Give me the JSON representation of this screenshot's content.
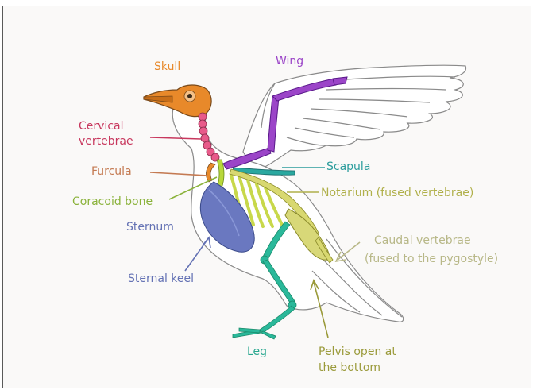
{
  "labels": {
    "skull": {
      "text": "Skull",
      "color": "#e8892a"
    },
    "wing": {
      "text": "Wing",
      "color": "#9b45c8"
    },
    "cervical_line1": {
      "text": "Cervical",
      "color": "#c8385e"
    },
    "cervical_line2": {
      "text": "vertebrae",
      "color": "#c8385e"
    },
    "furcula": {
      "text": "Furcula",
      "color": "#c47a52"
    },
    "scapula": {
      "text": "Scapula",
      "color": "#2a9c9c"
    },
    "coracoid": {
      "text": "Coracoid bone",
      "color": "#8ab23a"
    },
    "notarium": {
      "text": "Notarium (fused vertebrae)",
      "color": "#b0b04a"
    },
    "sternum": {
      "text": "Sternum",
      "color": "#6472b4"
    },
    "caudal_line1": {
      "text": "Caudal vertebrae",
      "color": "#b8b888"
    },
    "caudal_line2": {
      "text": "(fused to the pygostyle)",
      "color": "#b8b888"
    },
    "sternal_keel": {
      "text": "Sternal keel",
      "color": "#6472b4"
    },
    "leg": {
      "text": "Leg",
      "color": "#2aa890"
    },
    "pelvis_line1": {
      "text": "Pelvis open at",
      "color": "#9a9a3a"
    },
    "pelvis_line2": {
      "text": "the bottom",
      "color": "#9a9a3a"
    }
  },
  "colors": {
    "outline": "#8a8a8a",
    "body_fill": "#ffffff",
    "skull": "#e8892a",
    "cervical": "#e85a8a",
    "wing": "#9b45c8",
    "scapula": "#2aa8a0",
    "coracoid": "#b8d83a",
    "furcula": "#e8892a",
    "ribs": "#c8d84a",
    "notarium": "#d8d870",
    "sternum": "#6a78c0",
    "leg": "#2ab89a",
    "pelvis": "#d8d878"
  }
}
